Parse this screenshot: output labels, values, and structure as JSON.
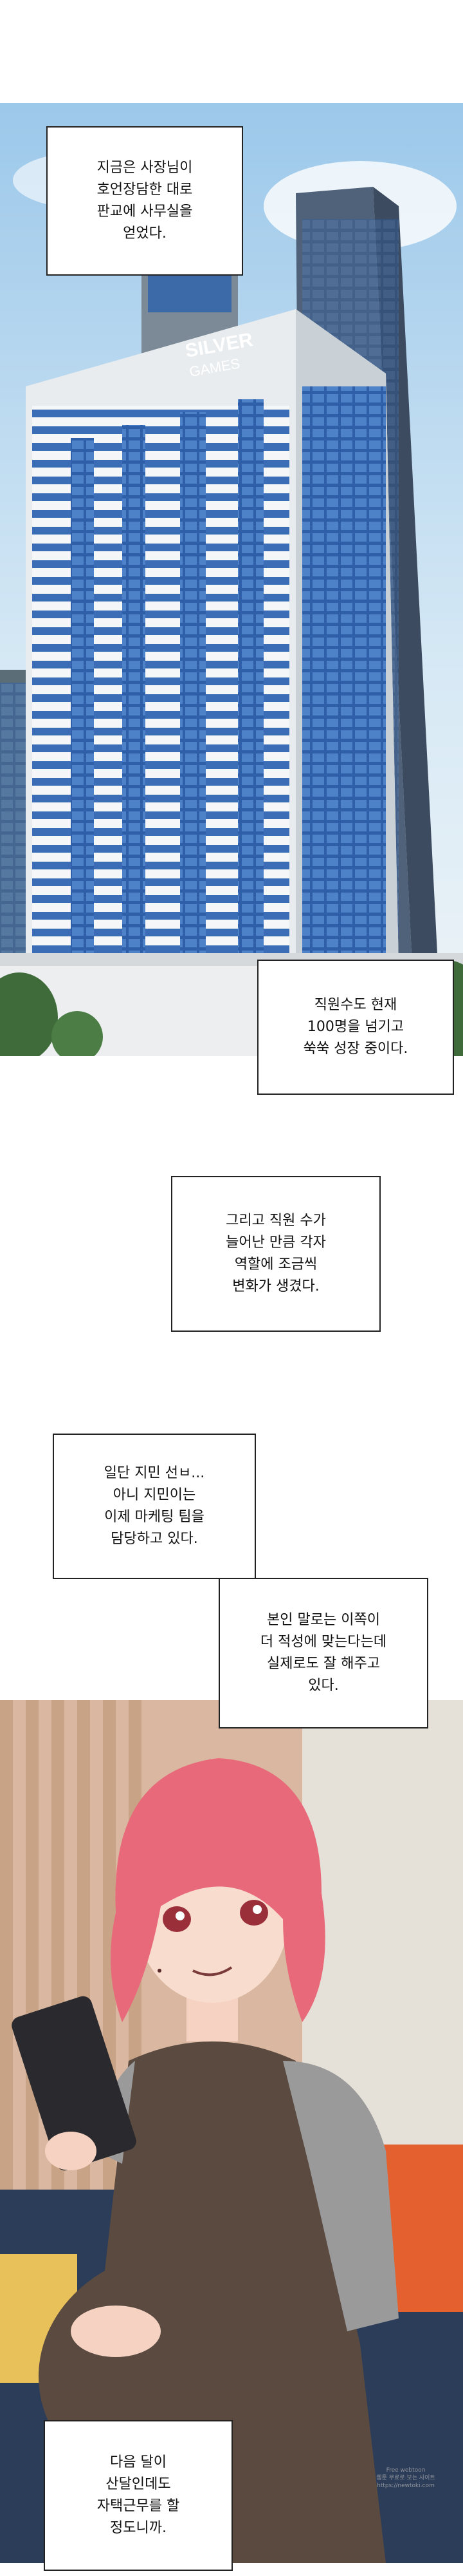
{
  "captions": [
    "지금은 사장님이\n호언장담한 대로\n판교에 사무실을\n얻었다.",
    "직원수도 현재\n100명을 넘기고\n쑥쑥 성장 중이다.",
    "그리고 직원 수가\n늘어난 만큼 각자\n역할에 조금씩\n변화가 생겼다.",
    "일단 지민 선ㅂ...\n아니 지민이는\n이제 마케팅 팀을\n담당하고 있다.",
    "본인 말로는 이쪽이\n더 적성에 맞는다는데\n실제로도 잘 해주고\n있다.",
    "다음 달이\n산달인데도\n자택근무를 할\n정도니까."
  ],
  "building_sign": "SILVER\nGAMES",
  "watermark": "Free webtoon\n웹툰 무료로 보는 사이트\nhttps://newtoki.com",
  "colors": {
    "sky": "#7fb4e0",
    "glass": "#2f5fa8",
    "hair": "#e86a7a",
    "dress": "#5a4a40",
    "tablet": "#2a2a2e"
  }
}
